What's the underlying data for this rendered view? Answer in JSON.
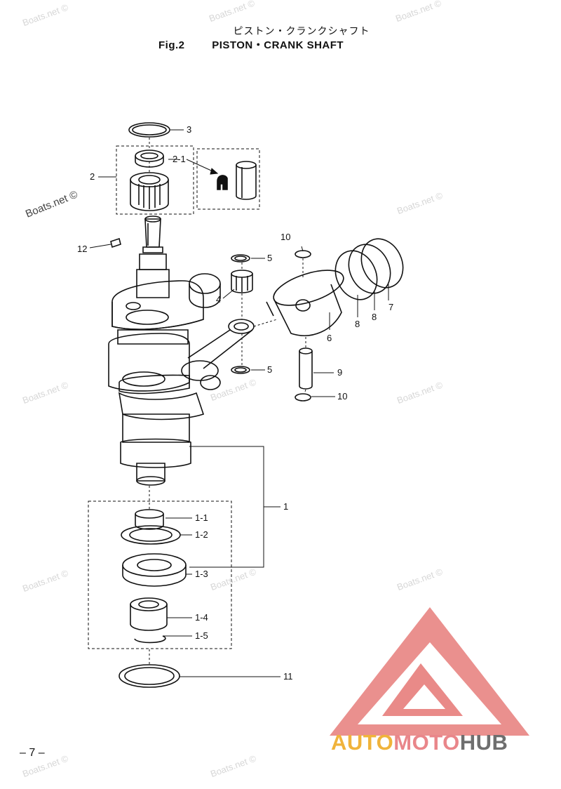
{
  "header": {
    "title_jp": "ピストン・クランクシャフト",
    "fig_label": "Fig.2",
    "title_en": "PISTON・CRANK SHAFT"
  },
  "callouts": [
    {
      "id": "c3",
      "text": "3"
    },
    {
      "id": "c2-1",
      "text": "2-1"
    },
    {
      "id": "c2",
      "text": "2"
    },
    {
      "id": "c12",
      "text": "12"
    },
    {
      "id": "c10a",
      "text": "10"
    },
    {
      "id": "c5a",
      "text": "5"
    },
    {
      "id": "c4",
      "text": "4"
    },
    {
      "id": "c7",
      "text": "7"
    },
    {
      "id": "c8a",
      "text": "8"
    },
    {
      "id": "c8b",
      "text": "8"
    },
    {
      "id": "c6",
      "text": "6"
    },
    {
      "id": "c5b",
      "text": "5"
    },
    {
      "id": "c9",
      "text": "9"
    },
    {
      "id": "c10b",
      "text": "10"
    },
    {
      "id": "c1",
      "text": "1"
    },
    {
      "id": "c1-1",
      "text": "1-1"
    },
    {
      "id": "c1-2",
      "text": "1-2"
    },
    {
      "id": "c1-3",
      "text": "1-3"
    },
    {
      "id": "c1-4",
      "text": "1-4"
    },
    {
      "id": "c1-5",
      "text": "1-5"
    },
    {
      "id": "c11",
      "text": "11"
    }
  ],
  "watermarks": {
    "text": "Boats.net ©",
    "highlight_text": "Boats.net ©"
  },
  "footer": {
    "page_number": "– 7 –"
  },
  "logo": {
    "part1": "AUTO",
    "part2": "MOTO",
    "part3": "HUB",
    "colors": {
      "auto": "#f0b33b",
      "moto": "#e9868a",
      "hub": "#6e6e6e",
      "triangle": "#e98a88"
    }
  }
}
